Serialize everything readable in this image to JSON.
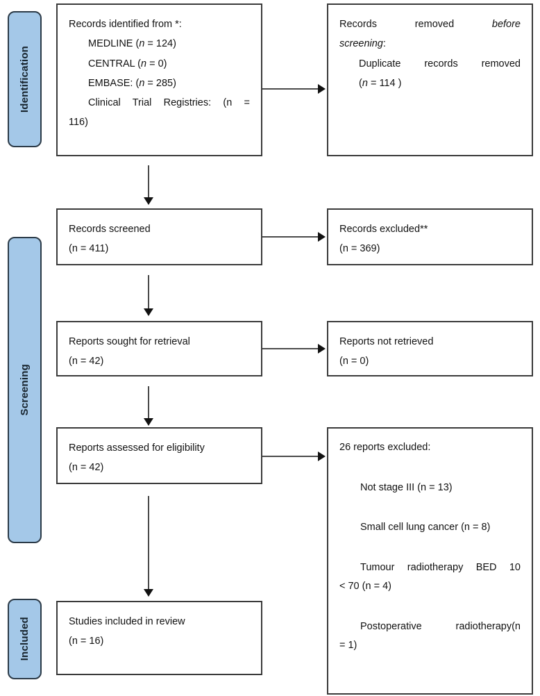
{
  "diagram": {
    "title": "PRISMA 2020 flow diagram",
    "accent_color": "#a4c8e8",
    "border_color": "#3a3a3a"
  },
  "stages": [
    {
      "id": "identification",
      "label": "Identification"
    },
    {
      "id": "screening",
      "label": "Screening"
    },
    {
      "id": "included",
      "label": "Included"
    }
  ],
  "boxes": {
    "records_identified": {
      "heading": "Records identified from *:",
      "sources": [
        {
          "label": "MEDLINE (",
          "n_italic": "n",
          "value": " = 124)",
          "full": "MEDLINE (n = 124)"
        },
        {
          "label": "CENTRAL (",
          "n_italic": "n",
          "value": " = 0)",
          "full": "CENTRAL (n = 0)"
        },
        {
          "label": "EMBASE: (",
          "n_italic": "n",
          "value": " = 285)",
          "full": "EMBASE: (n = 285)"
        },
        {
          "label": "Clinical Trial Registries: (n =",
          "n_italic": "",
          "value": "",
          "full": "Clinical Trial Registries: (n = 116)"
        }
      ],
      "source_line_1": "MEDLINE (",
      "source_line_1_tail": " = 124)",
      "source_line_2": "CENTRAL (",
      "source_line_2_tail": " = 0)",
      "source_line_3": "EMBASE: (",
      "source_line_3_tail": " = 285)",
      "source_line_4a": "Clinical Trial Registries: (n =",
      "source_line_4b": "116)"
    },
    "records_removed": {
      "heading_a": "Records removed",
      "heading_b_italic": "before",
      "heading_c_italic": "screening",
      "heading_c_tail": ":",
      "detail_line_1": "Duplicate records removed",
      "detail_line_2a": "(",
      "detail_line_2_italic": "n",
      "detail_line_2b": " = 114 )",
      "full": "Records removed before screening: Duplicate records removed (n = 114 )"
    },
    "records_screened": {
      "line_1": "Records screened",
      "line_2": "(n = 411)",
      "count": 411
    },
    "records_excluded": {
      "line_1": "Records excluded**",
      "line_2": "(n = 369)",
      "count": 369
    },
    "reports_sought": {
      "line_1": "Reports sought for retrieval",
      "line_2": "(n = 42)",
      "count": 42
    },
    "reports_not_retrieved": {
      "line_1": "Reports not retrieved",
      "line_2": "(n = 0)",
      "count": 0
    },
    "reports_assessed": {
      "line_1": "Reports assessed for eligibility",
      "line_2": "(n = 42)",
      "count": 42
    },
    "reports_excluded": {
      "heading": "26 reports excluded:",
      "total": 26,
      "reasons": [
        {
          "text": "Not stage III (n = 13)",
          "count": 13,
          "justified": false
        },
        {
          "text": "Small cell lung cancer (n = 8)",
          "count": 8,
          "justified": false
        },
        {
          "text_line_1": "Tumour radiotherapy BED 10",
          "text_line_2": "< 70 (n = 4)",
          "count": 4,
          "justified": true
        },
        {
          "text_line_1": "Postoperative  radiotherapy(n",
          "text_line_2": "= 1)",
          "count": 1,
          "justified": true
        }
      ],
      "reason_1": "Not stage III (n = 13)",
      "reason_2": "Small cell lung cancer (n = 8)",
      "reason_3a": "Tumour radiotherapy BED 10",
      "reason_3b": "< 70 (n = 4)",
      "reason_4a": "Postoperative  radiotherapy(n",
      "reason_4b": "= 1)"
    },
    "studies_included": {
      "line_1": "Studies included in review",
      "line_2": "(n = 16)",
      "count": 16
    }
  },
  "connectors": [
    {
      "id": "identified-to-removed",
      "direction": "right"
    },
    {
      "id": "identified-to-screened",
      "direction": "down"
    },
    {
      "id": "screened-to-excluded",
      "direction": "right"
    },
    {
      "id": "screened-to-sought",
      "direction": "down"
    },
    {
      "id": "sought-to-not-retrieved",
      "direction": "right"
    },
    {
      "id": "sought-to-assessed",
      "direction": "down"
    },
    {
      "id": "assessed-to-excluded",
      "direction": "right"
    },
    {
      "id": "assessed-to-included",
      "direction": "down"
    }
  ]
}
